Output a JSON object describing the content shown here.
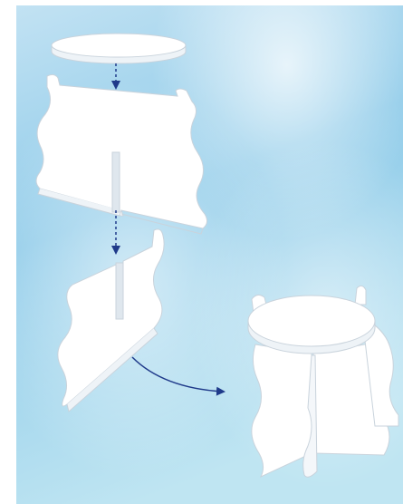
{
  "diagram": {
    "background": {
      "gradient_top": "#b8dcf0",
      "gradient_mid": "#8ccbe8",
      "gradient_bottom": "#c6e7f3",
      "frame_color": "#ffffff"
    },
    "part_color": "#ffffff",
    "edge_color": "#c9d3dc",
    "arrow_color": "#1f3a8a",
    "steps": [
      {
        "name": "round-top",
        "description_icon": "disc-icon"
      },
      {
        "name": "wavy-panel-slotted-bottom",
        "description_icon": "panel-icon"
      },
      {
        "name": "wavy-panel-slotted-top",
        "description_icon": "panel-icon"
      },
      {
        "name": "assembled-stand",
        "description_icon": "stand-icon"
      }
    ]
  }
}
